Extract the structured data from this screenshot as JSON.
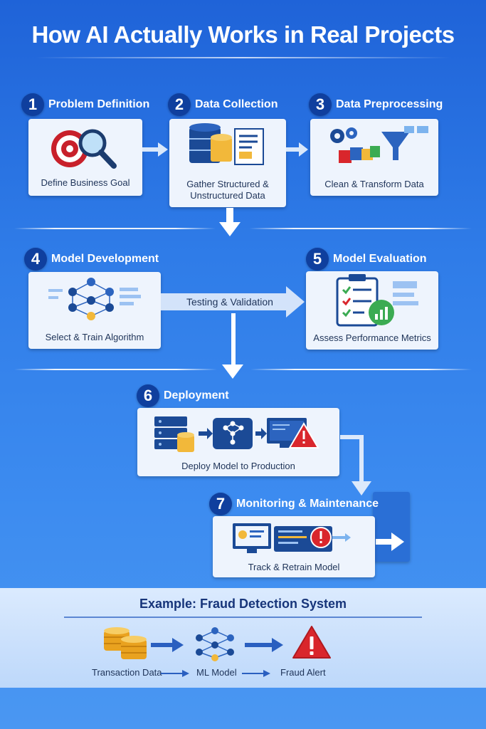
{
  "title": "How AI Actually Works in Real Projects",
  "steps": [
    {
      "number": "1",
      "title": "Problem Definition",
      "caption": "Define Business Goal"
    },
    {
      "number": "2",
      "title": "Data Collection",
      "caption_line1": "Gather Structured &",
      "caption_line2": "Unstructured Data"
    },
    {
      "number": "3",
      "title": "Data Preprocessing",
      "caption": "Clean & Transform Data"
    },
    {
      "number": "4",
      "title": "Model Development",
      "caption": "Select & Train Algorithm"
    },
    {
      "number": "5",
      "title": "Model Evaluation",
      "caption": "Assess Performance Metrics"
    },
    {
      "number": "6",
      "title": "Deployment",
      "caption": "Deploy Model to Production"
    },
    {
      "number": "7",
      "title": "Monitoring & Maintenance",
      "caption": "Track & Retrain Model"
    }
  ],
  "connector_label": "Testing & Validation",
  "example": {
    "title": "Example: Fraud Detection System",
    "items": [
      "Transaction Data",
      "ML Model",
      "Fraud Alert"
    ]
  },
  "icons": {
    "step1": "target-magnifier-icon",
    "step2": "database-document-icon",
    "step3": "gears-funnel-icon",
    "step4": "neural-network-icon",
    "step5": "clipboard-chart-icon",
    "step6": "server-deploy-icon",
    "step7": "monitor-alert-icon"
  },
  "colors": {
    "badge": "#0f3f9e",
    "card": "#eef4fd",
    "alert": "#d9262c",
    "accent": "#1f63d8"
  }
}
